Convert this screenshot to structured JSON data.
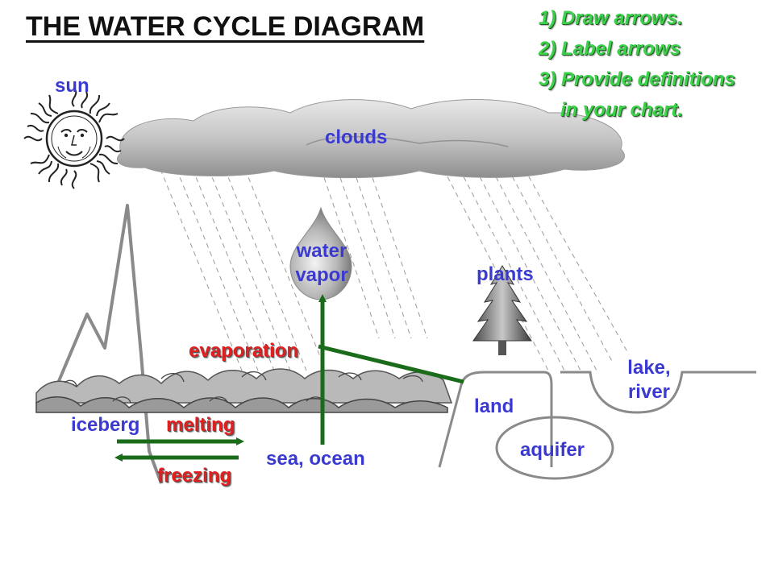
{
  "title": "THE WATER CYCLE DIAGRAM",
  "instructions": [
    "1) Draw arrows.",
    "2) Label arrows",
    "3) Provide definitions",
    "in your chart."
  ],
  "labels": {
    "sun": "sun",
    "clouds": "clouds",
    "water_vapor_line1": "water",
    "water_vapor_line2": "vapor",
    "plants": "plants",
    "evaporation": "evaporation",
    "lake_river_line1": "lake,",
    "lake_river_line2": "river",
    "land": "land",
    "aquifer": "aquifer",
    "iceberg": "iceberg",
    "melting": "melting",
    "freezing": "freezing",
    "sea_ocean": "sea, ocean"
  },
  "colors": {
    "label_blue": "#3a3ad0",
    "process_red": "#e02020",
    "instruction_green": "#3bd14a",
    "arrow_green": "#1a6b1a",
    "terrain_gray": "#8a8a8a"
  }
}
